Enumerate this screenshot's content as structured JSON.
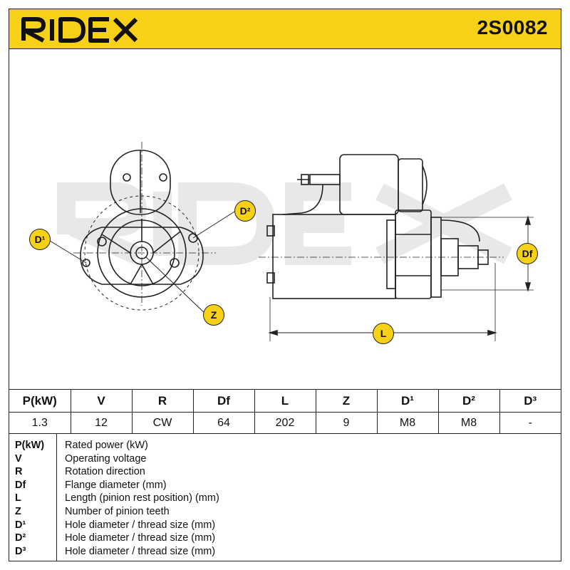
{
  "header": {
    "brand": "RIDEX",
    "part_number": "2S0082"
  },
  "drawing": {
    "labels": {
      "d1": "D¹",
      "d2": "D²",
      "z": "Z",
      "df": "Df",
      "l": "L"
    }
  },
  "spec_table": {
    "headers": [
      "P(kW)",
      "V",
      "R",
      "Df",
      "L",
      "Z",
      "D¹",
      "D²",
      "D³"
    ],
    "values": [
      "1.3",
      "12",
      "CW",
      "64",
      "202",
      "9",
      "M8",
      "M8",
      "-"
    ]
  },
  "legend": [
    {
      "key": "P(kW)",
      "desc": "Rated power (kW)"
    },
    {
      "key": "V",
      "desc": "Operating voltage"
    },
    {
      "key": "R",
      "desc": "Rotation direction"
    },
    {
      "key": "Df",
      "desc": "Flange diameter (mm)"
    },
    {
      "key": "L",
      "desc": "Length (pinion rest position) (mm)"
    },
    {
      "key": "Z",
      "desc": "Number of pinion teeth"
    },
    {
      "key": "D¹",
      "desc": "Hole diameter / thread size (mm)"
    },
    {
      "key": "D²",
      "desc": "Hole diameter / thread size (mm)"
    },
    {
      "key": "D³",
      "desc": "Hole diameter / thread size (mm)"
    }
  ],
  "colors": {
    "accent": "#f7d117",
    "line": "#222222",
    "watermark": "#e6e6e6"
  }
}
